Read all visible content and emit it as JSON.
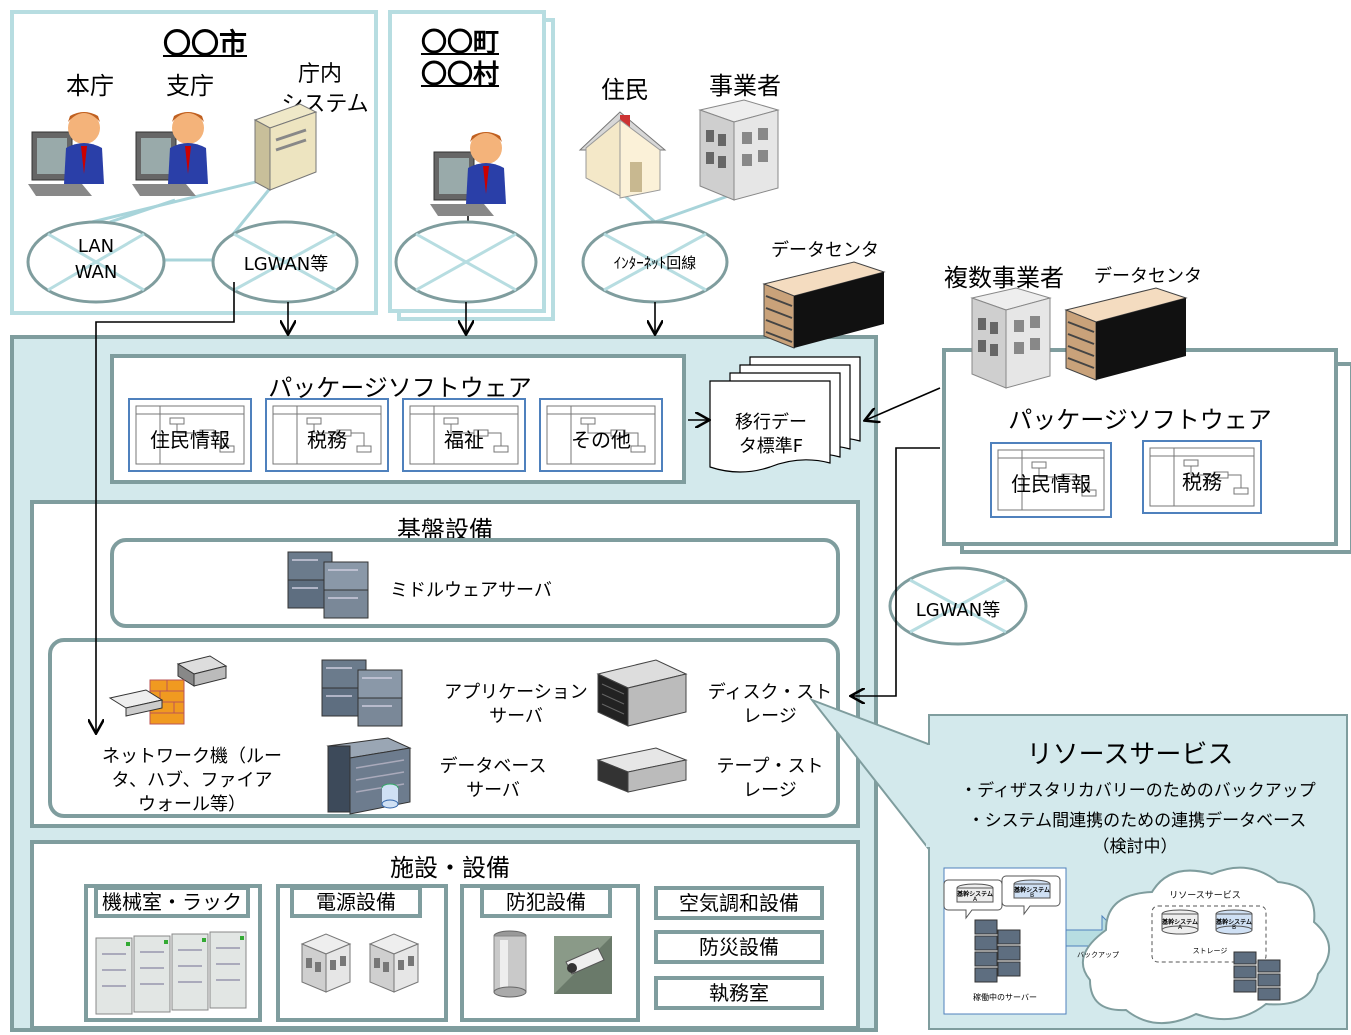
{
  "city": {
    "title": "〇〇市",
    "main_office": "本庁",
    "branch": "支庁",
    "internal_system": [
      "庁内",
      "システム"
    ],
    "lan_wan": [
      "LAN",
      "WAN"
    ],
    "lgwan": "LGWAN等"
  },
  "town": {
    "line1": "〇〇町",
    "line2": "〇〇村"
  },
  "public": {
    "resident": "住民",
    "business": "事業者",
    "internet": "ｲﾝﾀｰﾈｯﾄ回線"
  },
  "dc_label": "データセンタ",
  "package": {
    "title": "パッケージソフトウェア",
    "items": [
      "住民情報",
      "税務",
      "福祉",
      "その他"
    ]
  },
  "migration": {
    "line1": "移行デー",
    "line2": "タ標準F"
  },
  "multi": {
    "title": "複数事業者",
    "dc_label": "データセンタ",
    "package_title": "パッケージソフトウェア",
    "items": [
      "住民情報",
      "税務"
    ],
    "lgwan": "LGWAN等"
  },
  "infra": {
    "title": "基盤設備",
    "middleware": "ミドルウェアサーバ",
    "network": [
      "ネットワーク機（ルー",
      "タ、ハブ、ファイア",
      "ウォール等）"
    ],
    "app_server": [
      "アプリケーション",
      "サーバ"
    ],
    "db_server": [
      "データベース",
      "サーバ"
    ],
    "disk": [
      "ディスク・スト",
      "レージ"
    ],
    "tape": [
      "テープ・スト",
      "レージ"
    ]
  },
  "facility": {
    "title": "施設・設備",
    "machine_room": "機械室・ラック",
    "power": "電源設備",
    "security": "防犯設備",
    "aircon": "空気調和設備",
    "disaster": "防災設備",
    "office": "執務室"
  },
  "resource": {
    "title": "リソースサービス",
    "bullet1": "・ディザスタリカバリーのためのバックアップ",
    "bullet2": "・システム間連携のための連携データベース",
    "note": "（検討中）",
    "sys_a": [
      "基幹システム",
      "A"
    ],
    "sys_b": [
      "基幹システム",
      "B"
    ],
    "backup": "バックアップ",
    "running": "稼働中のサーバー",
    "cloud_title": "リソースサービス",
    "storage": "ストレージ"
  },
  "colors": {
    "frame": "#7f9d9e",
    "light_frame": "#b7dde1",
    "panel": "#d3e9ec",
    "accent": "#4f81bd"
  }
}
